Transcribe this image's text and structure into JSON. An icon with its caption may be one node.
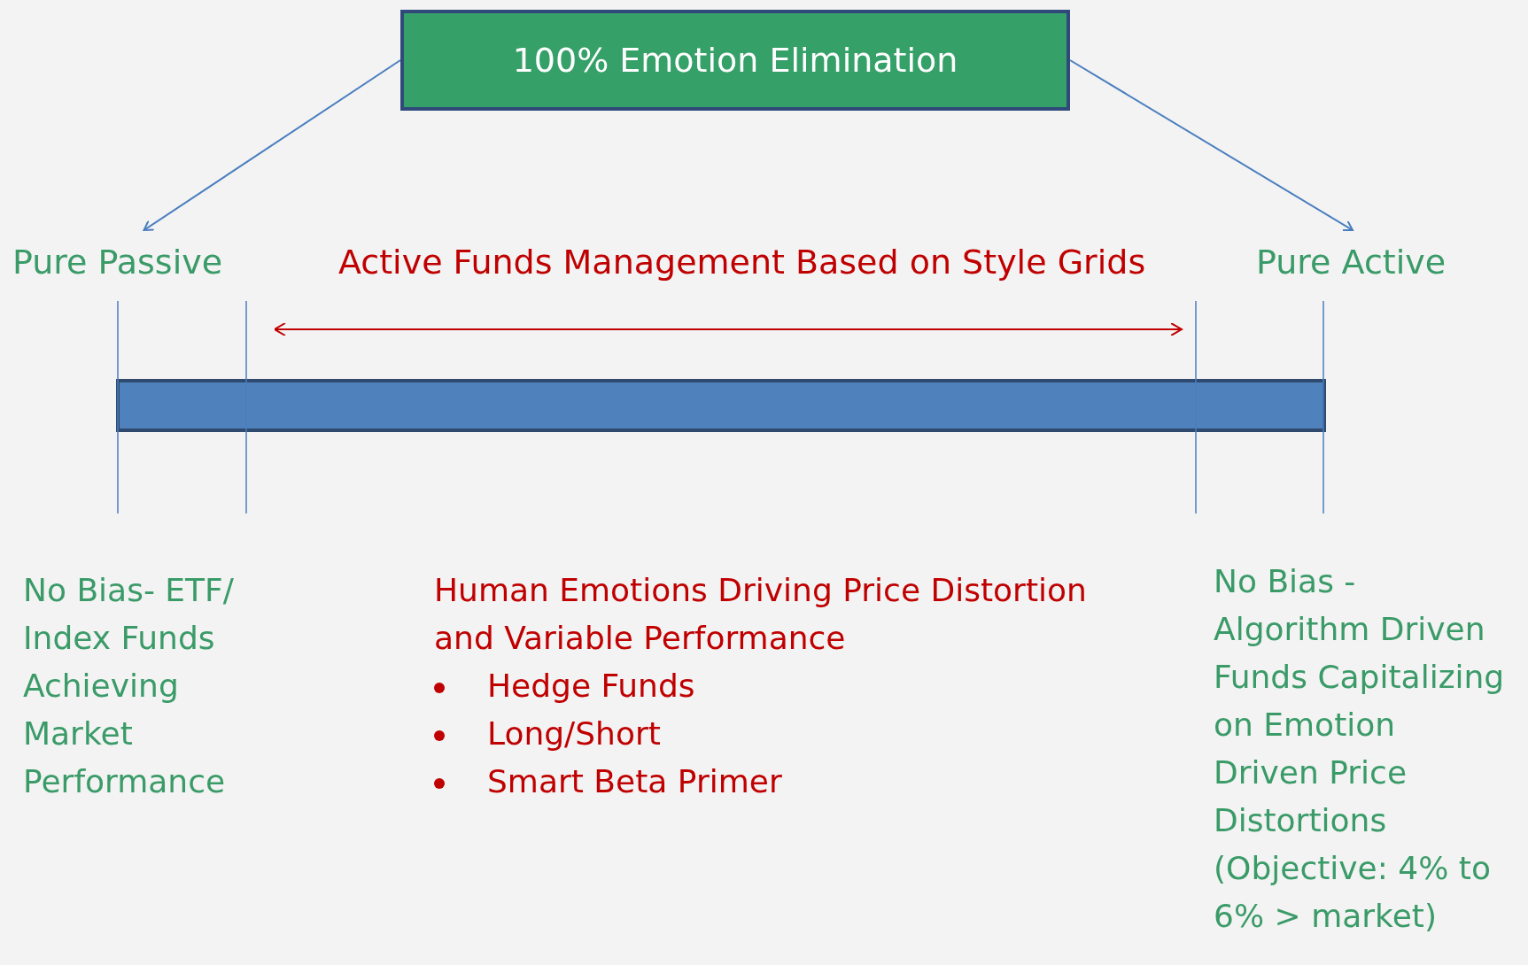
{
  "diagram": {
    "nodes": [
      {
        "text": [
          "100% Emotion Elimination"
        ]
      },
      {
        "text": [
          "Pure Passive"
        ]
      },
      {
        "text": [
          "Pure Active"
        ]
      }
    ],
    "edges": [
      {
        "from": 0,
        "to": 1,
        "arrow": "to"
      },
      {
        "from": 0,
        "to": 2,
        "arrow": "to"
      }
    ],
    "labels": [
      "Active Funds Management Based on Style Grids",
      "No Bias- ETF/ Index Funds Achieving Market Performance",
      "Human Emotions Driving Price Distortion and Variable Performance",
      "Hedge Funds",
      "Long/Short",
      "Smart Beta Primer",
      "No Bias - Algorithm Driven Funds Capitalizing on Emotion Driven Price Distortions (Objective: 4% to 6% > market)"
    ]
  }
}
